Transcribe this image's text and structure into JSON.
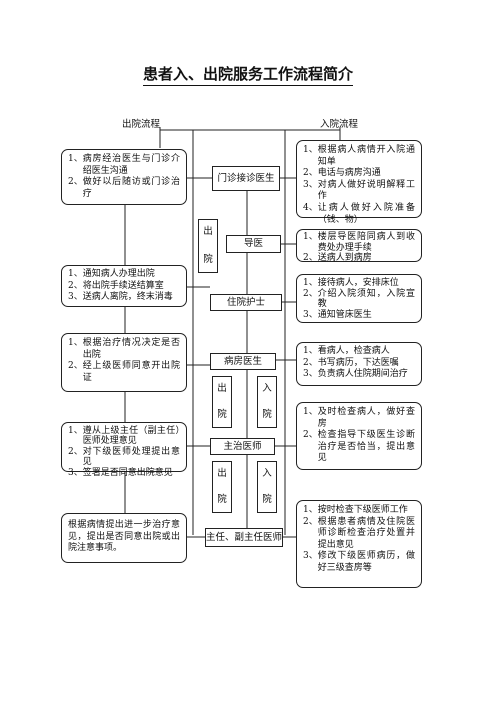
{
  "title": "患者入、出院服务工作流程简介",
  "labels": {
    "discharge_flow": "出院流程",
    "admission_flow": "入院流程"
  },
  "nodes": {
    "clinic_doctor": "门诊接诊医生",
    "guide": "导医",
    "ward_nurse": "住院护士",
    "ward_doctor": "病房医生",
    "attending": "主治医师",
    "chief": "主任、副主任医师"
  },
  "arrows": {
    "out": [
      "出",
      "院"
    ],
    "in": [
      "入",
      "院"
    ]
  },
  "left_notes": {
    "clinic": [
      {
        "n": "1、",
        "t": "病房经治医生与门诊介绍医生沟通"
      },
      {
        "n": "2、",
        "t": "做好以后随访或门诊治疗"
      }
    ],
    "nurse": [
      {
        "n": "1、",
        "t": "通知病人办理出院"
      },
      {
        "n": "2、",
        "t": "将出院手续送结算室"
      },
      {
        "n": "3、",
        "t": "送病人离院，终末消毒"
      }
    ],
    "ward_doctor": [
      {
        "n": "1、",
        "t": "根据治疗情况决定是否出院"
      },
      {
        "n": "2、",
        "t": "经上级医师同意开出院证"
      }
    ],
    "attending": [
      {
        "n": "1、",
        "t": "遵从上级主任（副主任）医师处理意见"
      },
      {
        "n": "2、",
        "t": "对下级医师处理提出意见"
      },
      {
        "n": "3、",
        "t": "签署是否同意出院意见"
      }
    ],
    "chief": "根据病情提出进一步治疗意见，提出是否同意出院或出院注意事项。"
  },
  "right_notes": {
    "clinic": [
      {
        "n": "1、",
        "t": "根据病人病情开入院通知单"
      },
      {
        "n": "2、",
        "t": "电话与病房沟通"
      },
      {
        "n": "3、",
        "t": "对病人做好说明解释工作"
      },
      {
        "n": "4、",
        "t": "让病人做好入院准备（钱、物）"
      }
    ],
    "guide": [
      {
        "n": "1、",
        "t": "楼层导医陪同病人到收费处办理手续"
      },
      {
        "n": "2、",
        "t": "送病人到病房"
      }
    ],
    "nurse": [
      {
        "n": "1、",
        "t": "接待病人，安排床位"
      },
      {
        "n": "2、",
        "t": "介绍入院须知，入院宣教"
      },
      {
        "n": "3、",
        "t": "通知管床医生"
      }
    ],
    "ward_doctor": [
      {
        "n": "1、",
        "t": "看病人，检查病人"
      },
      {
        "n": "2、",
        "t": "书写病历，下达医嘱"
      },
      {
        "n": "3、",
        "t": "负责病人住院期间治疗"
      }
    ],
    "attending": [
      {
        "n": "1、",
        "t": "及时检查病人，做好查房"
      },
      {
        "n": "2、",
        "t": "检查指导下级医生诊断治疗是否恰当，提出意见"
      }
    ],
    "chief": [
      {
        "n": "1、",
        "t": "按时检查下级医师工作"
      },
      {
        "n": "2、",
        "t": "根据患者病情及住院医师诊断检查治疗处置并提出意见"
      },
      {
        "n": "3、",
        "t": "修改下级医师病历，做好三级查房等"
      }
    ]
  }
}
